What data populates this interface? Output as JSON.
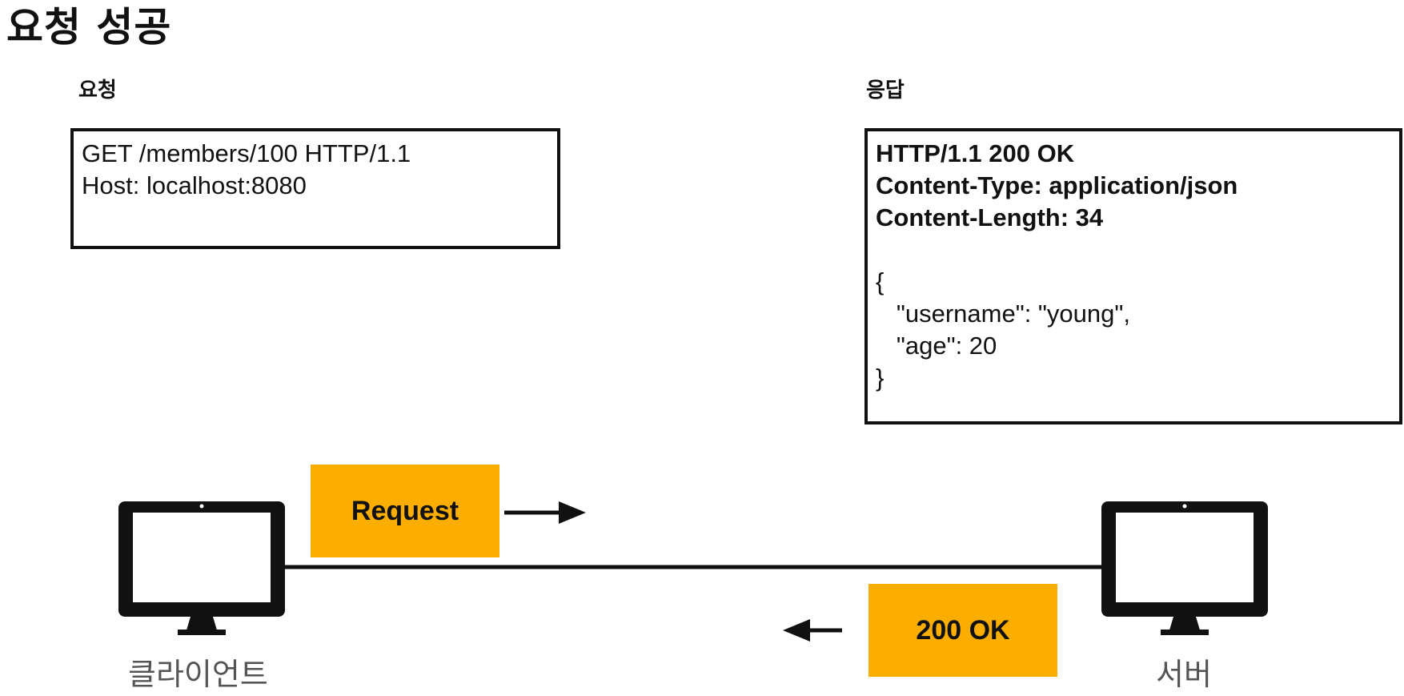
{
  "title": "요청 성공",
  "request": {
    "label": "요청",
    "lines": [
      "GET /members/100 HTTP/1.1",
      "Host: localhost:8080"
    ]
  },
  "response": {
    "label": "응답",
    "lines": [
      "HTTP/1.1 200 OK",
      "Content-Type: application/json",
      "Content-Length: 34",
      "",
      "{",
      "   \"username\": \"young\",",
      "   \"age\": 20",
      "}"
    ]
  },
  "tags": {
    "request": "Request",
    "response": "200 OK"
  },
  "devices": {
    "client": "클라이언트",
    "server": "서버"
  },
  "colors": {
    "tag_fill": "#fcae00",
    "ink": "#111111",
    "device_label": "#555555"
  }
}
